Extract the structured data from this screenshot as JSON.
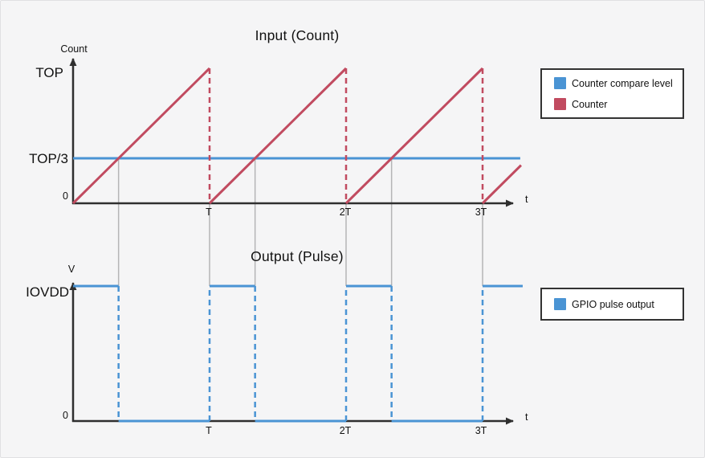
{
  "colors": {
    "background": "#f5f5f6",
    "blue": "#4a94d4",
    "red": "#c14b60",
    "axis": "#2f2f2f",
    "connector": "#b5b5b6",
    "text": "#111111",
    "legend_border": "#333333",
    "legend_bg": "#ffffff"
  },
  "legends": [
    {
      "items": [
        {
          "label": "Counter compare level",
          "color_key": "blue"
        },
        {
          "label": "Counter",
          "color_key": "red"
        }
      ]
    },
    {
      "items": [
        {
          "label": "GPIO pulse output",
          "color_key": "blue"
        }
      ]
    }
  ],
  "connectors": [
    {
      "t": 0.3333,
      "from_v": 0.3333
    },
    {
      "t": 1,
      "from_v": 0
    },
    {
      "t": 1.3333,
      "from_v": 0.3333
    },
    {
      "t": 2,
      "from_v": 0
    },
    {
      "t": 2.3333,
      "from_v": 0.3333
    },
    {
      "t": 3,
      "from_v": 0
    }
  ],
  "chart_data": [
    {
      "id": "input",
      "type": "line",
      "title": "Input (Count)",
      "xlabel": "t",
      "ylabel": "Count",
      "xlim_periods": [
        0,
        3.3
      ],
      "ylim": [
        0,
        1
      ],
      "grid": false,
      "legend_position": "right",
      "x_ticks": [
        {
          "t": 1,
          "label": "T"
        },
        {
          "t": 2,
          "label": "2T"
        },
        {
          "t": 3,
          "label": "3T"
        }
      ],
      "y_ticks": [
        {
          "v": 0,
          "label": "0"
        },
        {
          "v": 0.3333,
          "label": "TOP/3"
        },
        {
          "v": 1,
          "label": "TOP"
        }
      ],
      "series": [
        {
          "name": "Counter compare level",
          "color_key": "blue",
          "solid": [
            [
              [
                0,
                0.3333
              ],
              [
                3.276,
                0.3333
              ]
            ]
          ],
          "dashed": []
        },
        {
          "name": "Counter",
          "color_key": "red",
          "solid": [
            [
              [
                0,
                0
              ],
              [
                1,
                1
              ]
            ],
            [
              [
                1,
                0
              ],
              [
                2,
                1
              ]
            ],
            [
              [
                2,
                0
              ],
              [
                3,
                1
              ]
            ],
            [
              [
                3,
                0
              ],
              [
                3.282,
                0.282
              ]
            ]
          ],
          "dashed": [
            [
              [
                1,
                1
              ],
              [
                1,
                0
              ]
            ],
            [
              [
                2,
                1
              ],
              [
                2,
                0
              ]
            ],
            [
              [
                3,
                1
              ],
              [
                3,
                0
              ]
            ]
          ]
        }
      ]
    },
    {
      "id": "output",
      "type": "line",
      "title": "Output (Pulse)",
      "xlabel": "t",
      "ylabel": "V",
      "xlim_periods": [
        0,
        3.3
      ],
      "ylim": [
        0,
        1
      ],
      "grid": false,
      "legend_position": "right",
      "x_ticks": [
        {
          "t": 1,
          "label": "T"
        },
        {
          "t": 2,
          "label": "2T"
        },
        {
          "t": 3,
          "label": "3T"
        }
      ],
      "y_ticks": [
        {
          "v": 0,
          "label": "0"
        },
        {
          "v": 1,
          "label": "IOVDD"
        }
      ],
      "series": [
        {
          "name": "GPIO pulse output",
          "color_key": "blue",
          "solid": [
            [
              [
                0,
                1
              ],
              [
                0.3333,
                1
              ]
            ],
            [
              [
                0.3333,
                0
              ],
              [
                1,
                0
              ]
            ],
            [
              [
                1,
                1
              ],
              [
                1.3333,
                1
              ]
            ],
            [
              [
                1.3333,
                0
              ],
              [
                2,
                0
              ]
            ],
            [
              [
                2,
                1
              ],
              [
                2.3333,
                1
              ]
            ],
            [
              [
                2.3333,
                0
              ],
              [
                3,
                0
              ]
            ],
            [
              [
                3,
                1
              ],
              [
                3.294,
                1
              ]
            ]
          ],
          "dashed": [
            [
              [
                0.3333,
                1
              ],
              [
                0.3333,
                0
              ]
            ],
            [
              [
                1,
                0
              ],
              [
                1,
                1
              ]
            ],
            [
              [
                1.3333,
                1
              ],
              [
                1.3333,
                0
              ]
            ],
            [
              [
                2,
                0
              ],
              [
                2,
                1
              ]
            ],
            [
              [
                2.3333,
                1
              ],
              [
                2.3333,
                0
              ]
            ],
            [
              [
                3,
                0
              ],
              [
                3,
                1
              ]
            ]
          ]
        }
      ]
    }
  ]
}
